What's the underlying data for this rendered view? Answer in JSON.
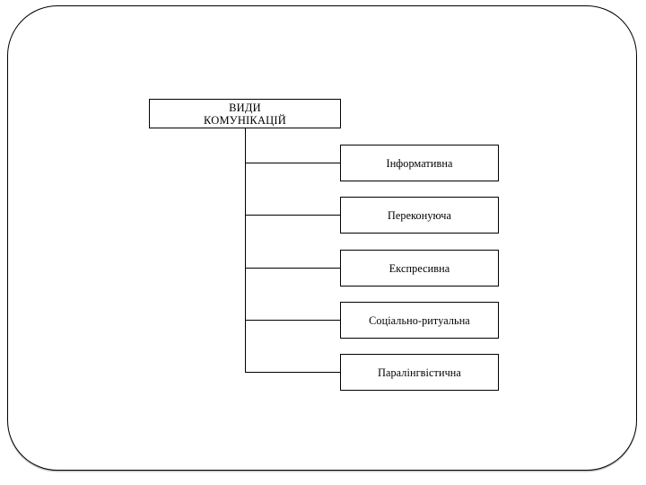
{
  "slide": {
    "background_color": "#ffffff",
    "border_color": "#000000",
    "frame_shadow_color": "#8c8c8c"
  },
  "diagram": {
    "type": "tree-hierarchy",
    "root": {
      "line1": "ВИДИ",
      "line2": "КОМУНІКАЦІЙ"
    },
    "branches": [
      {
        "label": "Інформативна"
      },
      {
        "label": "Переконуюча"
      },
      {
        "label": "Експресивна"
      },
      {
        "label": "Соціально-ритуальна"
      },
      {
        "label": "Паралінгвістична"
      }
    ]
  }
}
